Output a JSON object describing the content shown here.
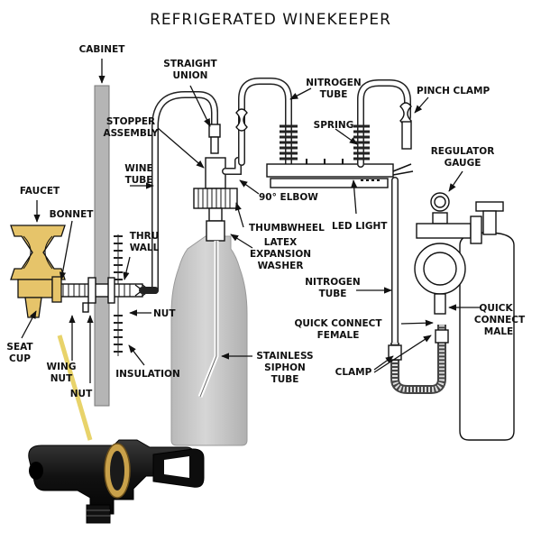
{
  "diagram": {
    "title": "REFRIGERATED WINEKEEPER",
    "labels": {
      "cabinet": "CABINET",
      "straight_union_1": "STRAIGHT",
      "straight_union_2": "UNION",
      "nitrogen_tube_top_1": "NITROGEN",
      "nitrogen_tube_top_2": "TUBE",
      "pinch_clamp": "PINCH CLAMP",
      "stopper_assembly_1": "STOPPER",
      "stopper_assembly_2": "ASSEMBLY",
      "spring": "SPRING",
      "regulator_gauge_1": "REGULATOR",
      "regulator_gauge_2": "GAUGE",
      "wine_tube_1": "WINE",
      "wine_tube_2": "TUBE",
      "elbow": "90° ELBOW",
      "faucet": "FAUCET",
      "bonnet": "BONNET",
      "thumbwheel": "THUMBWHEEL",
      "led_light": "LED LIGHT",
      "thru_wall_1": "THRU",
      "thru_wall_2": "WALL",
      "latex_1": "LATEX",
      "latex_2": "EXPANSION",
      "latex_3": "WASHER",
      "nitrogen_tube_mid_1": "NITROGEN",
      "nitrogen_tube_mid_2": "TUBE",
      "quick_connect_male_1": "QUICK",
      "quick_connect_male_2": "CONNECT",
      "quick_connect_male_3": "MALE",
      "nut_right": "NUT",
      "quick_connect_female_1": "QUICK CONNECT",
      "quick_connect_female_2": "FEMALE",
      "seat_cup_1": "SEAT",
      "seat_cup_2": "CUP",
      "stainless_1": "STAINLESS",
      "stainless_2": "SIPHON",
      "stainless_3": "TUBE",
      "wing_nut_1": "WING",
      "wing_nut_2": "NUT",
      "nut_bottom": "NUT",
      "insulation": "INSULATION",
      "clamp": "CLAMP"
    },
    "colors": {
      "faucet_body": "#e6c46a",
      "bottle": "#c9c9c9",
      "cabinet_wall": "#b5b5b5",
      "photo_faucet": "#141414",
      "brass_ring": "#c9a14a"
    }
  }
}
